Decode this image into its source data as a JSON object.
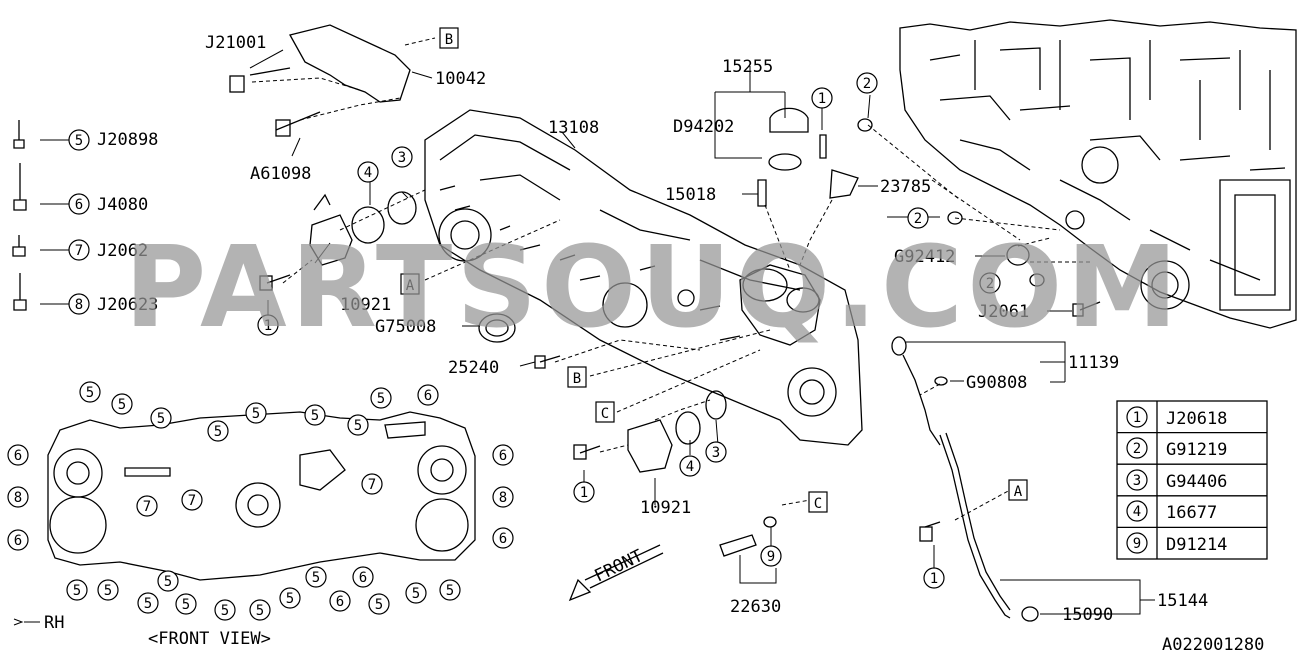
{
  "diagram": {
    "view_label": "<FRONT VIEW>",
    "rh_label": "RH",
    "front_label": "FRONT",
    "figure_code": "A022001280",
    "watermark": "PARTSOUQ.COM"
  },
  "callouts": {
    "j21001": "J21001",
    "p10042": "10042",
    "a61098": "A61098",
    "p13108": "13108",
    "p15255": "15255",
    "d94202": "D94202",
    "p15018": "15018",
    "p23785": "23785",
    "g92412": "G92412",
    "j2061": "J2061",
    "p10921_top": "10921",
    "p10921_bottom": "10921",
    "g75008": "G75008",
    "p25240": "25240",
    "p11139": "11139",
    "g90808": "G90808",
    "p15144": "15144",
    "p15090": "15090",
    "p22630": "22630",
    "j20898": "J20898",
    "j4080": "J4080",
    "j2062": "J2062",
    "j20623": "J20623"
  },
  "markers": {
    "a": "A",
    "b": "B",
    "c": "C"
  },
  "legend": [
    {
      "num": "1",
      "part": "J20618"
    },
    {
      "num": "2",
      "part": "G91219"
    },
    {
      "num": "3",
      "part": "G94406"
    },
    {
      "num": "4",
      "part": "16677"
    },
    {
      "num": "9",
      "part": "D91214"
    }
  ],
  "refs": {
    "one": "1",
    "two": "2",
    "three": "3",
    "four": "4",
    "five": "5",
    "six": "6",
    "seven": "7",
    "eight": "8",
    "nine": "9"
  },
  "colors": {
    "line": "#000000",
    "background": "#ffffff",
    "watermark": "#969696"
  }
}
